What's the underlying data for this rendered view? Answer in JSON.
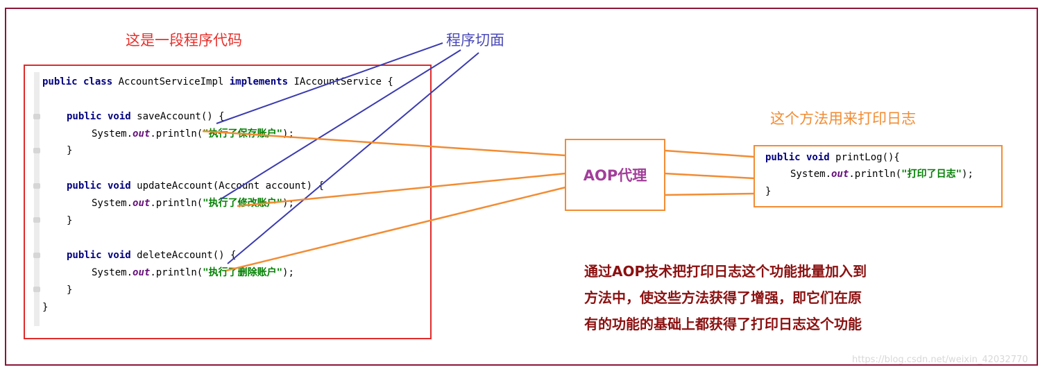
{
  "labels": {
    "code_title": "这是一段程序代码",
    "aspect_title": "程序切面",
    "method_title": "这个方法用来打印日志",
    "aop_proxy": "AOP代理"
  },
  "code": {
    "class_line": {
      "kw": "public class",
      "name": " AccountServiceImpl ",
      "kw2": "implements",
      "rest": " IAccountService {"
    },
    "methods": [
      {
        "kw": "public void",
        "sig": " saveAccount() {",
        "print_pre": "System.",
        "out": "out",
        "print_mid": ".println(",
        "str": "\"执行了保存账户\"",
        "end": ");"
      },
      {
        "kw": "public void",
        "sig": " updateAccount(Account account) {",
        "print_pre": "System.",
        "out": "out",
        "print_mid": ".println(",
        "str": "\"执行了修改账户\"",
        "end": ");"
      },
      {
        "kw": "public void",
        "sig": " deleteAccount() {",
        "print_pre": "System.",
        "out": "out",
        "print_mid": ".println(",
        "str": "\"执行了删除账户\"",
        "end": ");"
      }
    ],
    "close_brace": "}",
    "class_close": "}"
  },
  "log_method": {
    "kw": "public void",
    "sig": " printLog(){",
    "print_pre": "System.",
    "out": "out",
    "print_mid": ".println(",
    "str": "\"打印了日志\"",
    "end": ");",
    "close": "}"
  },
  "description": [
    "通过AOP技术把打印日志这个功能批量加入到",
    "方法中，使这些方法获得了增强，即它们在原",
    "有的功能的基础上都获得了打印日志这个功能"
  ],
  "watermark": "https://blog.csdn.net/weixin_42032770",
  "colors": {
    "frame": "#8a1538",
    "code_box": "#e02a2a",
    "aspect_lines": "#3b3bb0",
    "proxy_lines": "#f28c33",
    "description": "#8b1010"
  }
}
